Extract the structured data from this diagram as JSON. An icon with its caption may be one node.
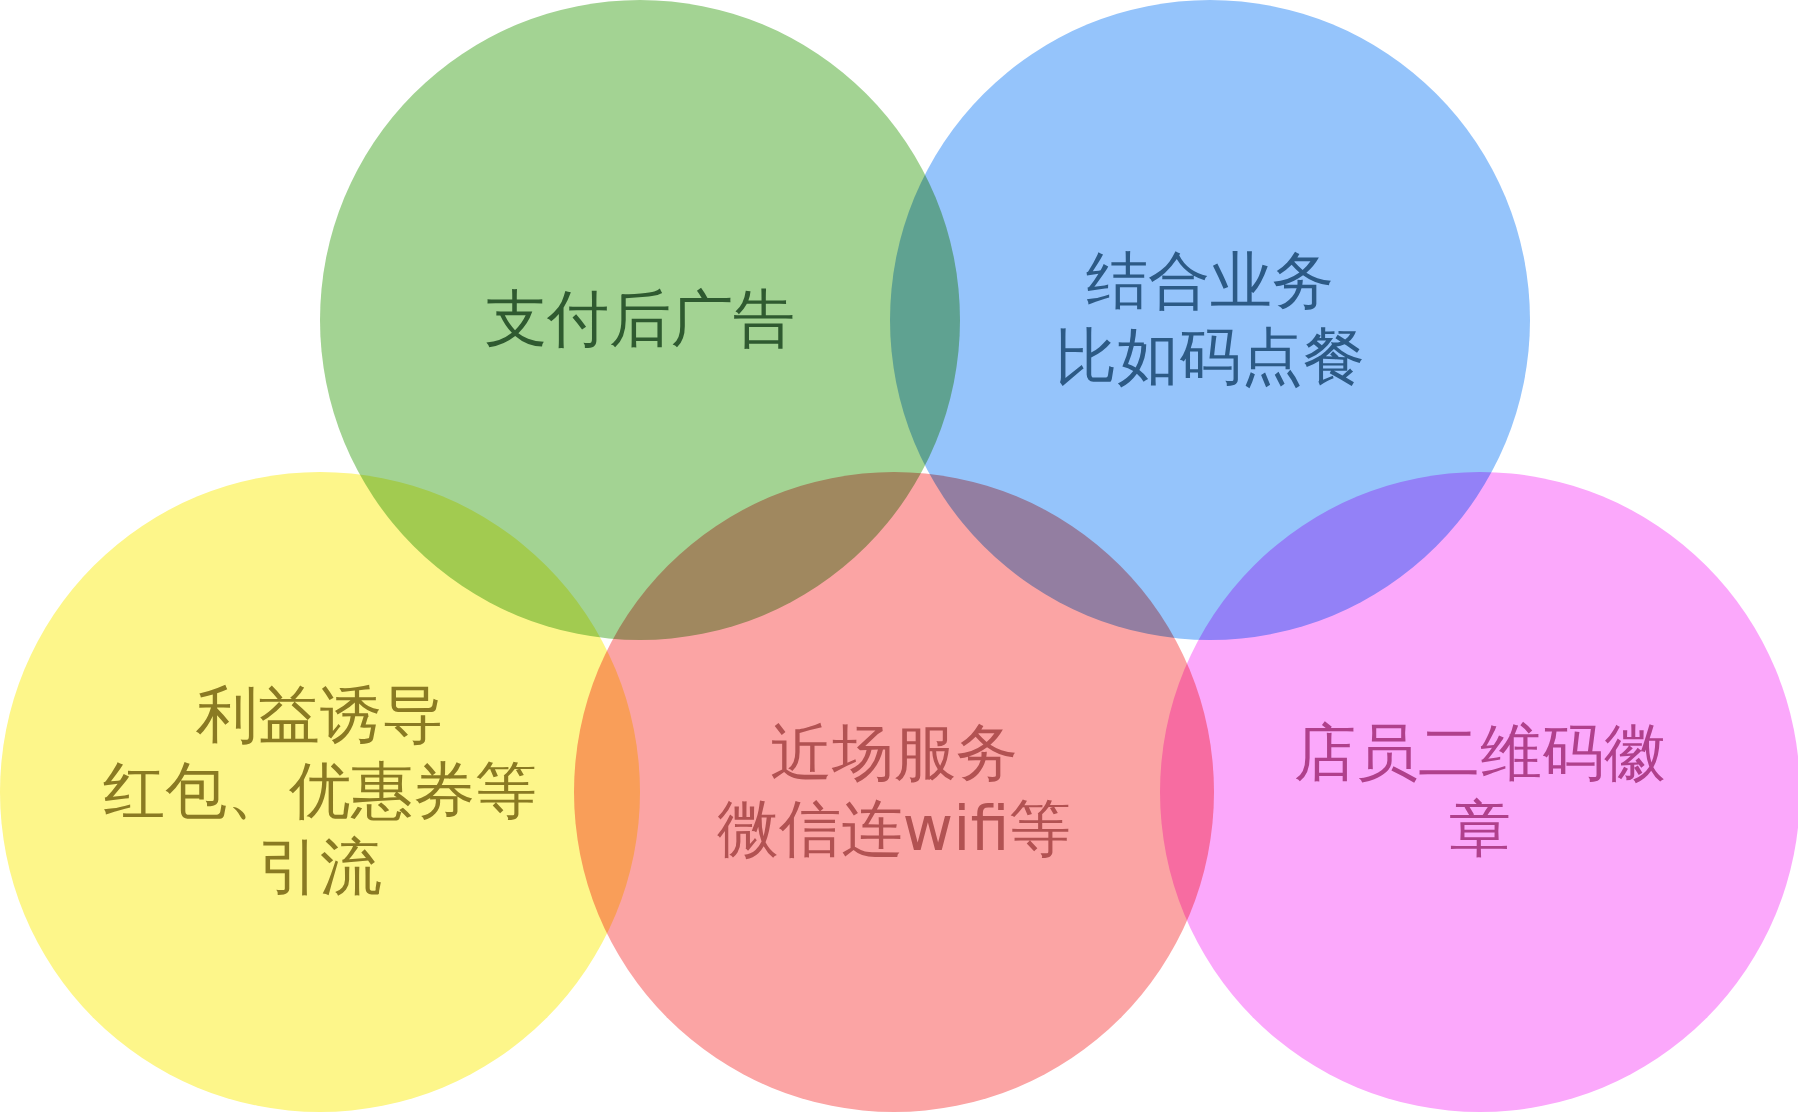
{
  "diagram": {
    "nodes": [
      {
        "text": [
          "支付后广告"
        ]
      },
      {
        "text": [
          "结合业务",
          "比如码点餐"
        ]
      },
      {
        "text": [
          "利益诱导",
          "红包、优惠券等引流"
        ]
      },
      {
        "text": [
          "近场服务",
          "微信连wifi等"
        ]
      },
      {
        "text": [
          "店员二维码徽章"
        ]
      }
    ]
  }
}
